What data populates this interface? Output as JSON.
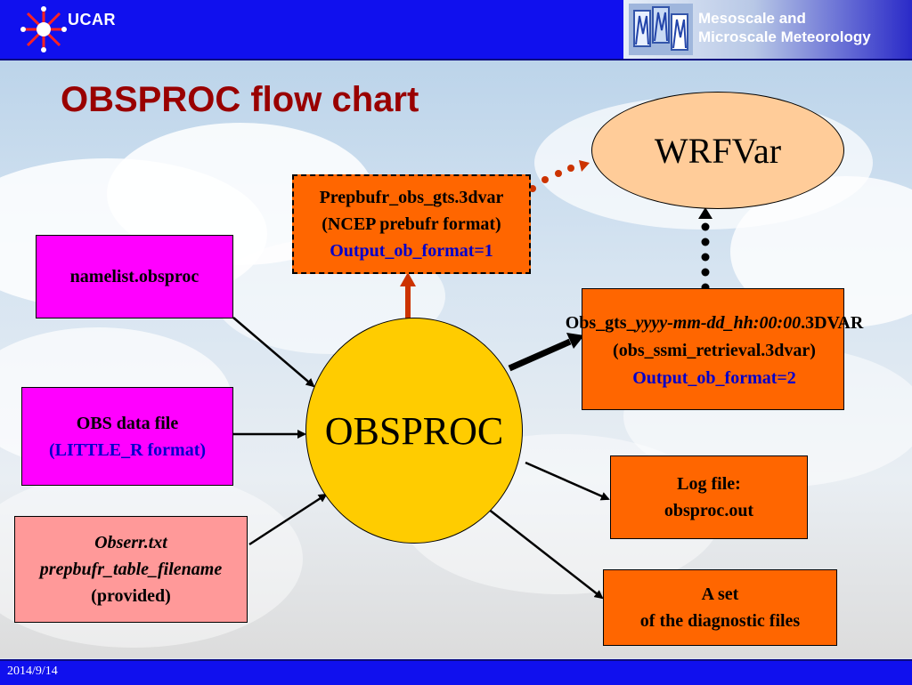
{
  "header": {
    "ucar_text": "UCAR",
    "mmm_line1": "Mesoscale and",
    "mmm_line2": "Microscale Meteorology"
  },
  "title": "OBSPROC flow chart",
  "nodes": {
    "wrfvar": "WRFVar",
    "prepbufr": {
      "line1": "Prepbufr_obs_gts.3dvar",
      "line2": "(NCEP prebufr format)",
      "line3": "Output_ob_format=1"
    },
    "namelist": "namelist.obsproc",
    "obs_data": {
      "line1": "OBS data file",
      "line2": "(LITTLE_R format)"
    },
    "obserr": {
      "line1": "Obserr.txt",
      "line2": "prepbufr_table_filename",
      "line3": "(provided)"
    },
    "obsproc": "OBSPROC",
    "obs_gts": {
      "prefix": "Obs_gts_",
      "italic": "yyyy-mm-dd_hh:00:00",
      "suffix": ".3DVAR",
      "line2": "(obs_ssmi_retrieval.3dvar)",
      "line3": "Output_ob_format=2"
    },
    "log": {
      "line1": "Log file:",
      "line2": "obsproc.out"
    },
    "diag": {
      "line1": "A set",
      "line2": "of the diagnostic files"
    }
  },
  "footer": {
    "date": "2014/9/14"
  },
  "colors": {
    "header_blue": "#1010ee",
    "title_red": "#990000",
    "magenta": "#ff00ff",
    "orange": "#ff6600",
    "pink": "#ff9999",
    "obsproc_yellow": "#ffcc00",
    "wrfvar_peach": "#ffcc99",
    "blue_text": "#0000cc",
    "arrow_red": "#cc3300"
  }
}
